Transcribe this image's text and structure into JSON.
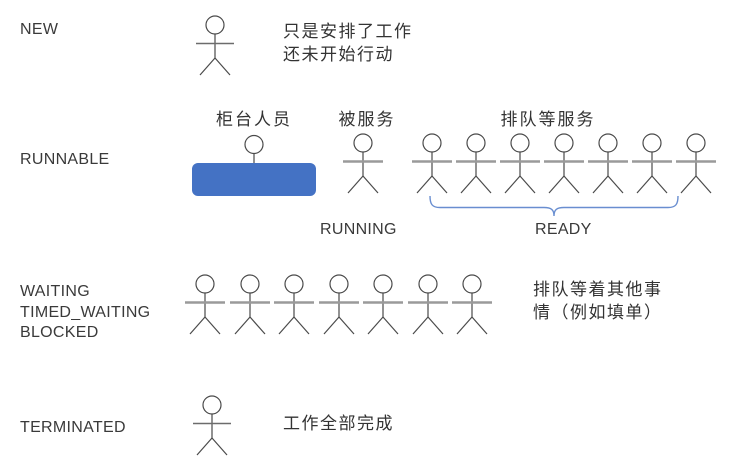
{
  "colors": {
    "counter_fill": "#4472C4",
    "brace_stroke": "#4472C4",
    "figure_stroke": "#4a4a4a",
    "crowd_arm_stroke": "#9a9a9a",
    "label_text": "#3a3a3a"
  },
  "rows": {
    "new": {
      "label": "NEW",
      "figure_count": 1,
      "desc_line1": "只是安排了工作",
      "desc_line2": "还未开始行动"
    },
    "runnable": {
      "label": "RUNNABLE",
      "counter_label": "柜台人员",
      "served_label": "被服务",
      "queue_label": "排队等服务",
      "served_count": 1,
      "queue_count": 7,
      "running_label": "RUNNING",
      "ready_label": "READY"
    },
    "waiting": {
      "labels": [
        "WAITING",
        "TIMED_WAITING",
        "BLOCKED"
      ],
      "figure_count": 7,
      "desc_line1": "排队等着其他事",
      "desc_line2": "情（例如填单）"
    },
    "terminated": {
      "label": "TERMINATED",
      "figure_count": 1,
      "desc": "工作全部完成"
    }
  }
}
